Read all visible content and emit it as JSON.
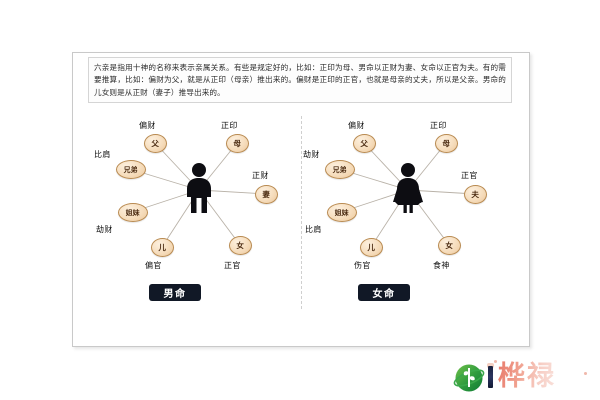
{
  "page": {
    "background": "#ffffff",
    "node_fill": "#f6ddbd",
    "node_border": "#b98b52",
    "caption_background": "#111826"
  },
  "intro": {
    "text": "六亲是指用十神的名称来表示亲属关系。有些是规定好的，比如：正印为母、男命以正财为妻、女命以正官为夫。有的需要推算，比如：偏财为父，就是从正印（母亲）推出来的。偏财是正印的正官，也就是母亲的丈夫，所以是父亲。男命的儿女则是从正财（妻子）推导出来的。"
  },
  "male_chart": {
    "caption": "男命",
    "figure": "male-figure-icon",
    "nodes": [
      {
        "id": "father",
        "relation": "父",
        "ten_god": "偏财"
      },
      {
        "id": "mother",
        "relation": "母",
        "ten_god": "正印"
      },
      {
        "id": "brother",
        "relation": "兄弟",
        "ten_god": "比肩"
      },
      {
        "id": "sister",
        "relation": "姐妹",
        "ten_god": "劫财"
      },
      {
        "id": "wife",
        "relation": "妻",
        "ten_god": "正财"
      },
      {
        "id": "son",
        "relation": "儿",
        "ten_god": "偏官"
      },
      {
        "id": "daughter",
        "relation": "女",
        "ten_god": "正官"
      }
    ]
  },
  "female_chart": {
    "caption": "女命",
    "figure": "female-figure-icon",
    "nodes": [
      {
        "id": "father",
        "relation": "父",
        "ten_god": "偏财"
      },
      {
        "id": "mother",
        "relation": "母",
        "ten_god": "正印"
      },
      {
        "id": "brother",
        "relation": "兄弟",
        "ten_god": "劫财"
      },
      {
        "id": "sister",
        "relation": "姐妹",
        "ten_god": "比肩"
      },
      {
        "id": "husband",
        "relation": "夫",
        "ten_god": "正官"
      },
      {
        "id": "son",
        "relation": "儿",
        "ten_god": "伤官"
      },
      {
        "id": "daughter",
        "relation": "女",
        "ten_god": "食神"
      }
    ]
  },
  "watermark": {
    "text": "桦禄",
    "logo": "globe-leaf-logo-icon"
  }
}
